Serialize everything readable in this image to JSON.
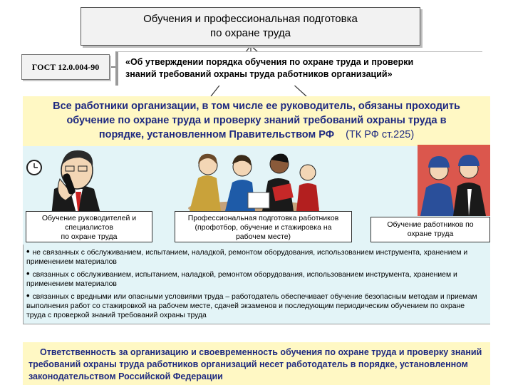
{
  "title_box": {
    "line1": "Обучения и профессиональная подготовка",
    "line2": "по охране труда"
  },
  "gost": {
    "label": "ГОСТ 12.0.004-90"
  },
  "decree": {
    "line1": "«Об утверждении порядка обучения по охране труда и проверки",
    "line2": "знаний требований охраны труда работников организаций»"
  },
  "requirement": {
    "line1": "Все работники организации, в том числе ее руководитель, обязаны проходить",
    "line2": "обучение по охране труда и проверку знаний требований охраны труда в",
    "line3": "порядке, установленном Правительством РФ",
    "ref": "(ТК РФ ст.225)"
  },
  "categories": [
    {
      "line1": "Обучение руководителей и",
      "line2": "специалистов",
      "line3": "по охране труда"
    },
    {
      "line1": "Профессиональная подготовка работников",
      "line2": "(профотбор, обучение и стажировка на",
      "line3": "рабочем месте)"
    },
    {
      "line1": "Обучение работников по",
      "line2": "охране труда"
    }
  ],
  "worker_groups": [
    "не связанных с обслуживанием, испытанием, наладкой, ремонтом оборудования, использованием инструмента, хранением и применением материалов",
    "связанных с обслуживанием, испытанием, наладкой, ремонтом оборудования, использованием инструмента, хранением и применением материалов",
    "связанных с вредными или опасными условиями труда – работодатель обеспечивает обучение безопасным методам и приемам выполнения работ со стажировкой на рабочем месте, сдачей экзаменов и последующим периодическим обучением по охране труда с проверкой знаний требований охраны труда"
  ],
  "responsibility": {
    "text": "Ответственность за организацию и своевременность обучения по охране труда и проверку знаний требований охраны труда работников организаций несет работодатель в порядке, установленном законодательством Российской Федерации"
  },
  "colors": {
    "highlight": "#fff8c4",
    "emphasis_text": "#1f2a80",
    "panel": "#e3f4f7"
  },
  "icons": [
    "clock-icon",
    "manager-on-phone-illustration",
    "team-meeting-illustration",
    "workers-with-helmets-illustration"
  ]
}
